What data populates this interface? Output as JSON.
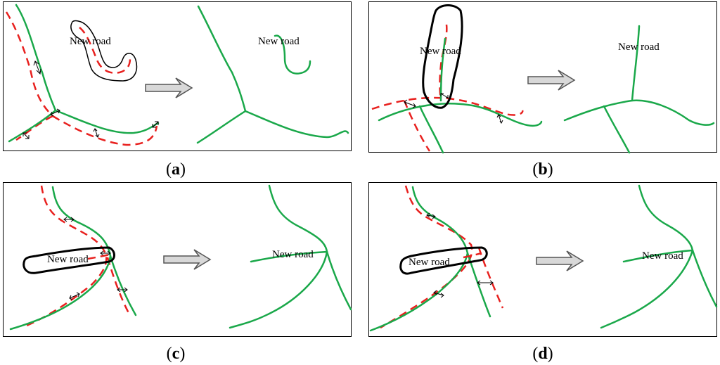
{
  "label_new_road": "New road",
  "panels": [
    {
      "id": "a",
      "caption": "a"
    },
    {
      "id": "b",
      "caption": "b"
    },
    {
      "id": "c",
      "caption": "c"
    },
    {
      "id": "d",
      "caption": "d"
    }
  ],
  "colors": {
    "existing_road": "#1aa84a",
    "reference_road": "#e8201e",
    "buffer_outline": "#000000",
    "transition_arrow": "#d8d8d8"
  },
  "icons": [
    "transition-arrow-icon",
    "double-headed-arrow-icon"
  ]
}
